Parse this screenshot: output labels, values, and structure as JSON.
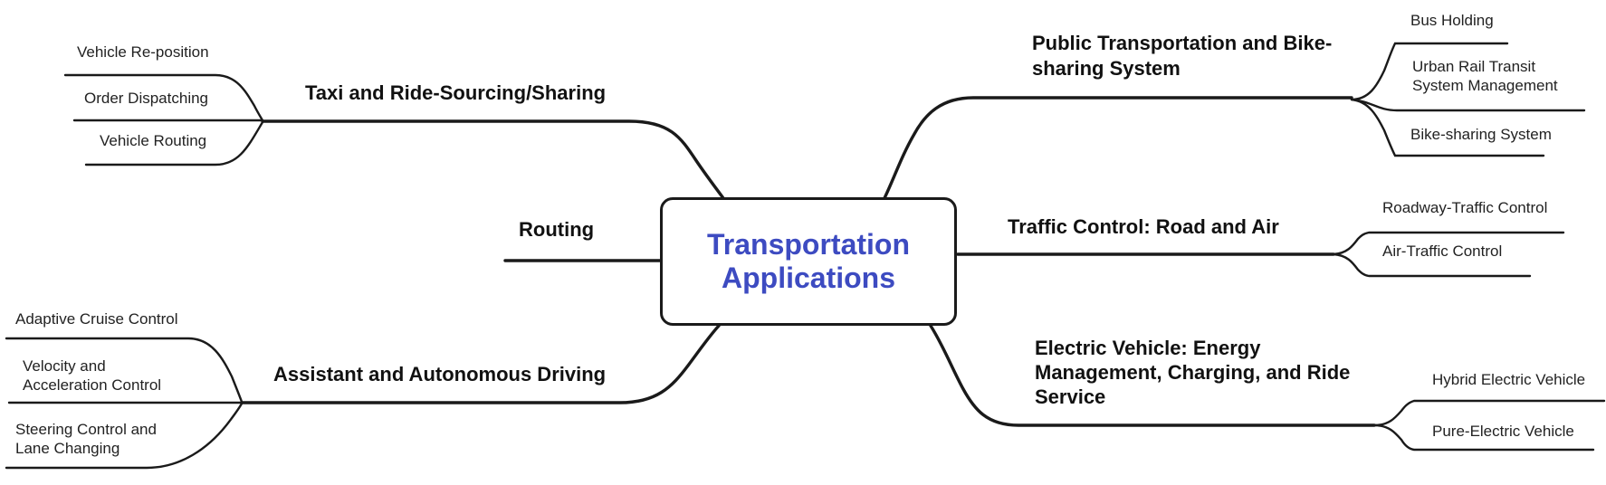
{
  "diagram_type": "mind-map",
  "colors": {
    "accent": "#3d4bc1",
    "line": "#1a1a1a",
    "text": "#1f1f1f"
  },
  "root": {
    "label": "Transportation\nApplications"
  },
  "branches": {
    "left": [
      {
        "id": "taxi",
        "label": "Taxi and Ride-Sourcing/Sharing",
        "children": [
          "Vehicle Re-position",
          "Order Dispatching",
          "Vehicle Routing"
        ]
      },
      {
        "id": "routing",
        "label": "Routing",
        "children": []
      },
      {
        "id": "assistant",
        "label": "Assistant and Autonomous Driving",
        "children": [
          "Adaptive Cruise Control",
          "Velocity and\nAcceleration Control",
          "Steering Control and\nLane Changing"
        ]
      }
    ],
    "right": [
      {
        "id": "public-transport",
        "label": "Public Transportation and Bike-\nsharing System",
        "children": [
          "Bus Holding",
          "Urban Rail Transit\nSystem Management",
          "Bike-sharing System"
        ]
      },
      {
        "id": "traffic-control",
        "label": "Traffic Control: Road and Air",
        "children": [
          "Roadway-Traffic Control",
          "Air-Traffic Control"
        ]
      },
      {
        "id": "electric-vehicle",
        "label": "Electric Vehicle: Energy\nManagement, Charging, and Ride\nService",
        "children": [
          "Hybrid Electric Vehicle",
          "Pure-Electric Vehicle"
        ]
      }
    ]
  }
}
